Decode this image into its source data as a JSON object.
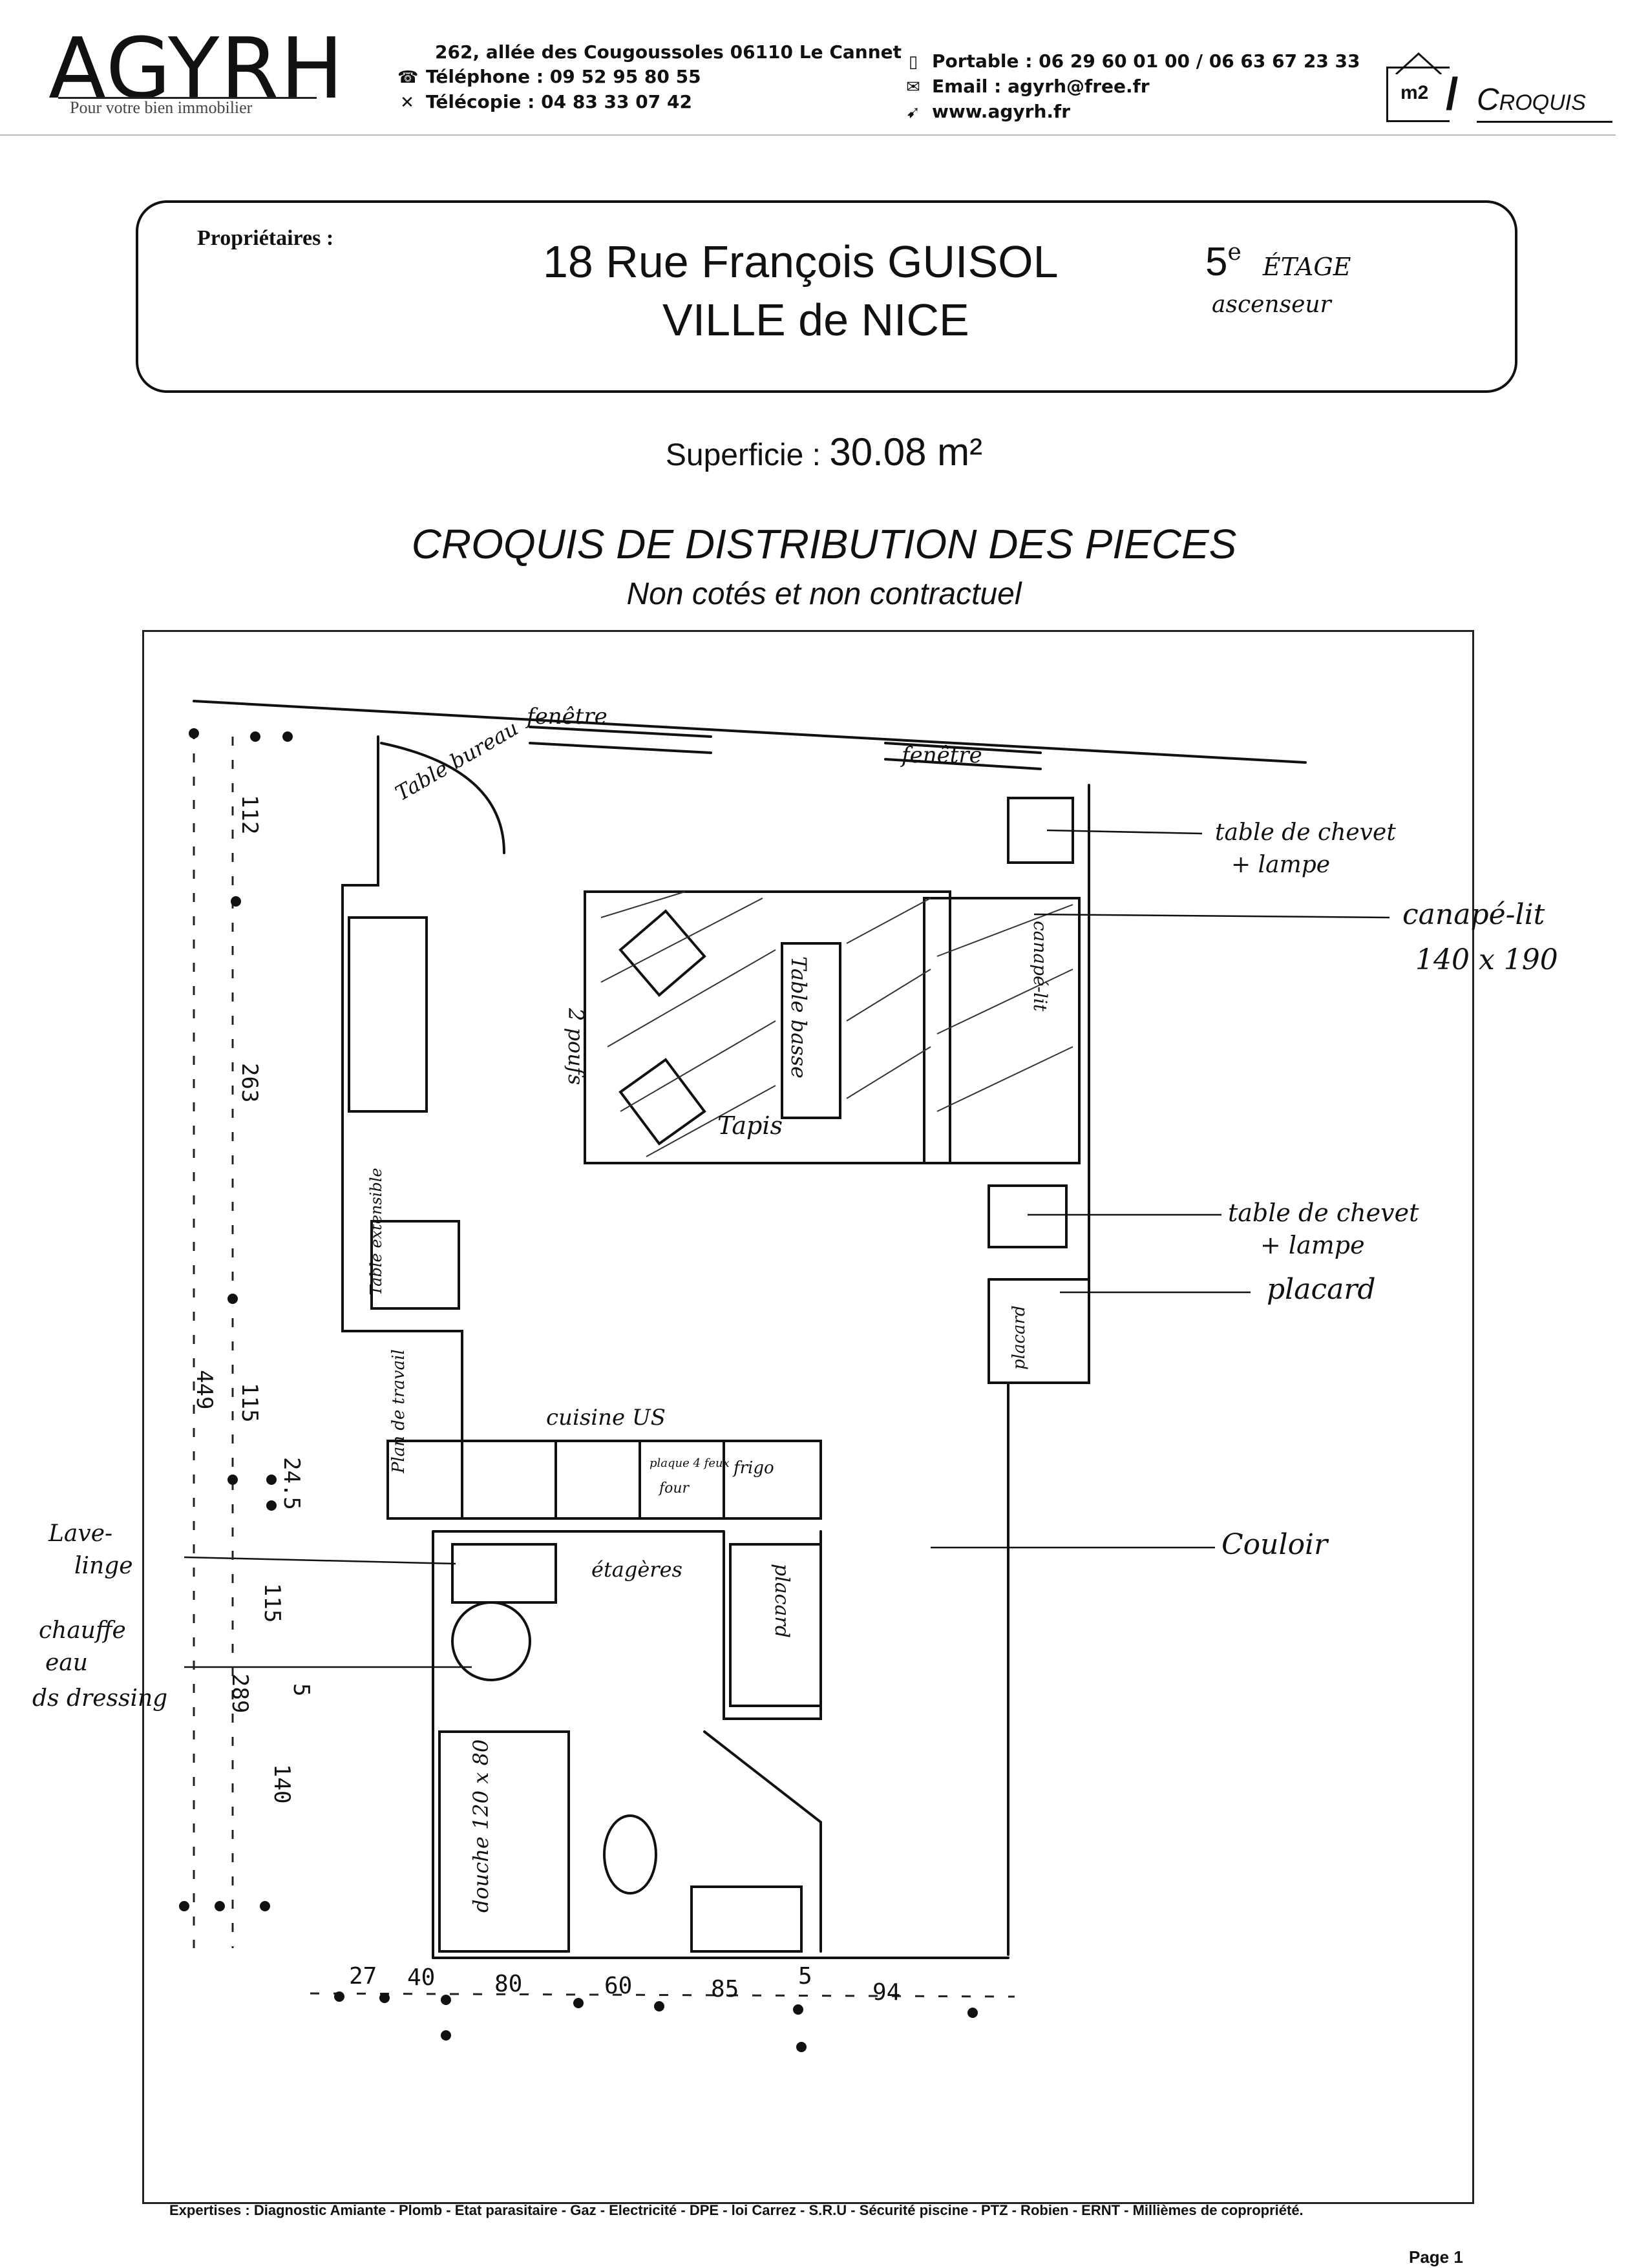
{
  "company": {
    "name": "AGYRH",
    "tagline": "Pour votre bien immobilier",
    "address": "262, allée des Cougoussoles 06110 Le Cannet",
    "telephone": "Téléphone : 09 52 95 80 55",
    "telecopie": "Télécopie : 04 83 33 07 42",
    "portable": "Portable : 06 29 60 01 00 / 06 63 67 23 33",
    "email": "Email : agyrh@free.fr",
    "website": "www.agyrh.fr",
    "icons": [
      "phone-icon",
      "fax-icon",
      "mobile-icon",
      "envelope-icon",
      "arrow-icon"
    ]
  },
  "document_type": {
    "unit_label": "m2",
    "label": "Croquis"
  },
  "property": {
    "owners_label": "Propriétaires :",
    "street": "18 Rue François GUISOL",
    "city": "VILLE de NICE",
    "floor": "5e ÉTAGE",
    "floor_number": "5",
    "floor_suffix": "e",
    "floor_word": "ÉTAGE",
    "elevator": "ascenseur"
  },
  "surface": {
    "label": "Superficie :",
    "value": "30.08 m²"
  },
  "plan": {
    "heading": "CROQUIS DE DISTRIBUTION DES PIECES",
    "subheading": "Non cotés et non contractuel",
    "windows": [
      "fenêtre",
      "fenêtre"
    ],
    "room_labels": {
      "desk": "Table bureau",
      "chairs": "2 poufs",
      "coffee_table": "Table basse",
      "rug": "Tapis",
      "sofa_bed_inner": "canapé-lit",
      "extension_table": "Table extensible",
      "worktop": "Plan de travail",
      "kitchen": "cuisine US",
      "hob": "plaque 4 feux",
      "oven": "four",
      "fridge": "frigo",
      "shelves": "étagères",
      "cupboard": "placard",
      "shower": "douche 120 x 80",
      "hall_closet": "placard"
    },
    "callouts": [
      "table de chevet + lampe",
      "canapé-lit 140 x 190",
      "table de chevet + lampe",
      "placard",
      "Couloir",
      "Lave-linge",
      "chauffe eau ds dressing"
    ],
    "dims_vertical": [
      "112",
      "263",
      "449",
      "115",
      "24.5",
      "115",
      "289",
      "5",
      "140"
    ],
    "dims_horizontal": [
      "27",
      "40",
      "80",
      "60",
      "85",
      "5",
      "94"
    ]
  },
  "footer": {
    "services": "Expertises : Diagnostic Amiante - Plomb - Etat parasitaire - Gaz - Electricité - DPE - loi Carrez - S.R.U - Sécurité piscine - PTZ - Robien - ERNT - Millièmes de copropriété.",
    "page": "Page 1"
  }
}
